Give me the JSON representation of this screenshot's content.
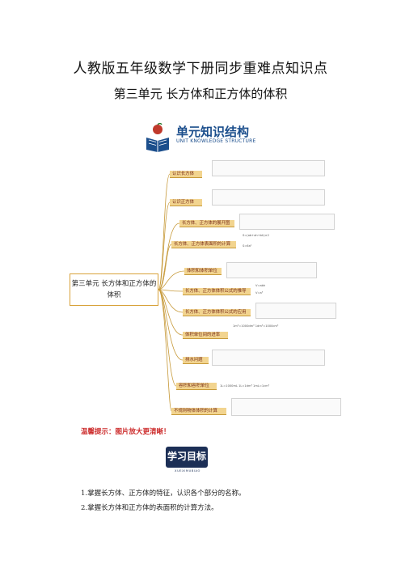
{
  "document": {
    "title": "人教版五年级数学下册同步重难点知识点",
    "unit_title": "第三单元  长方体和正方体的体积"
  },
  "mindmap": {
    "title": "单元知识结构",
    "subtitle": "UNIT KNOWLEDGE STRUCTURE",
    "root": "第三单元 长方体和正方体的体积",
    "root_lines": [
      "第三单元 长方体和正方体的",
      "体积"
    ],
    "branches": [
      {
        "label": "认识长方体",
        "leaf": ""
      },
      {
        "label": "认识正方体",
        "leaf": ""
      },
      {
        "label": "长方体、正方体的展开图",
        "leaf": ""
      },
      {
        "label": "长方体、正方体表面积的计算",
        "leaf": ""
      },
      {
        "label": "体积和体积单位",
        "leaf": ""
      },
      {
        "label": "长方体、正方体体积公式的推导",
        "leaf": ""
      },
      {
        "label": "长方体、正方体体积公式的应用",
        "leaf": ""
      },
      {
        "label": "体积单位间的进率",
        "leaf": "1m³=1000dm³    1dm³=1000cm³"
      },
      {
        "label": "排水问题",
        "leaf": ""
      },
      {
        "label": "容积和容积单位",
        "leaf": "1L=1000mL    1L=1dm³    1mL=1cm³"
      },
      {
        "label": "不规则物体体积的计算",
        "leaf": ""
      }
    ],
    "formulas": {
      "surface": "S=(ab+ah+bh)×2",
      "cube_surface": "S=6a²",
      "volume": "V=abh",
      "cube_volume": "V=a³"
    }
  },
  "tip": "温馨提示：图片放大更清晰！",
  "goals": {
    "badge": "学习目标",
    "pinyin": "XUEXIMUBIAO",
    "items": [
      "1.掌握长方体、正方体的特征，认识各个部分的名称。",
      "2.掌握长方体和正方体的表面积的计算方法。"
    ]
  },
  "colors": {
    "node_fill": "#f2d48f",
    "node_text": "#7a2e1b",
    "line": "#c79a3a",
    "tip": "#cc2a2a",
    "badge": "#1c2f56",
    "header_blue": "#1b4e8c"
  }
}
